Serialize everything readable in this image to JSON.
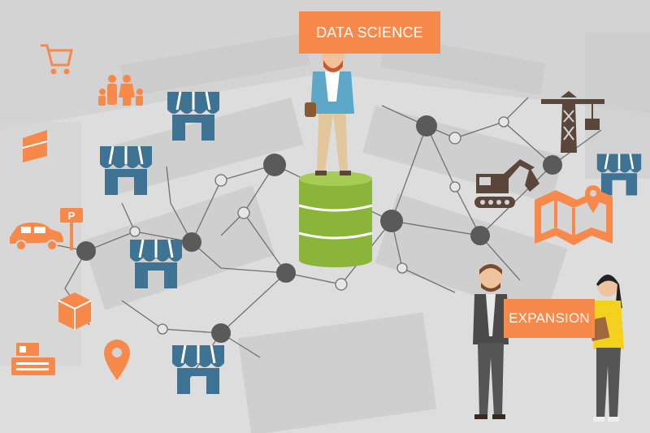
{
  "labels": {
    "data_science": "DATA SCIENCE",
    "expansion": "EXPANSION"
  },
  "parking_sign": "P",
  "colors": {
    "accent_orange": "#f7894a",
    "store_blue": "#3f7393",
    "construction_brown": "#5b463b",
    "database_green": "#8ab53a",
    "node_dark": "#5a5a5a",
    "background": "#d4d4d4"
  },
  "icons": [
    "shopping-cart-icon",
    "family-icon",
    "cake-slice-icon",
    "car-icon",
    "parking-sign-icon",
    "package-box-icon",
    "cash-register-icon",
    "location-pin-icon",
    "map-pin-icon",
    "store-icon",
    "crane-icon",
    "excavator-icon",
    "database-icon"
  ]
}
